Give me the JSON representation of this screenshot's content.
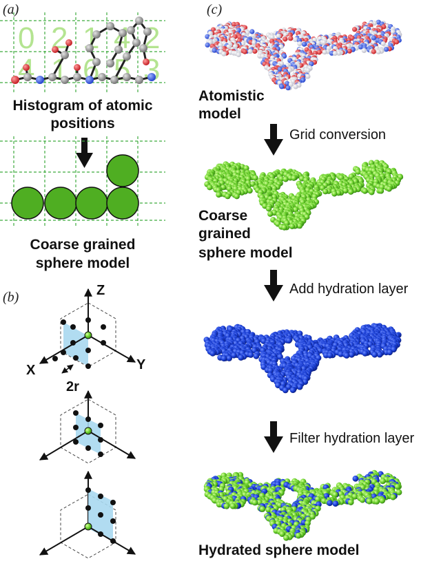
{
  "panel_a": {
    "label": "(a)",
    "grid_digits": [
      "0",
      "2",
      "1",
      "4",
      "2",
      "4",
      "1",
      "6",
      "5",
      "3"
    ],
    "caption_histogram": [
      "Histogram of atomic",
      "positions"
    ],
    "caption_coarse": [
      "Coarse grained",
      "sphere model"
    ]
  },
  "panel_b": {
    "label": "(b)",
    "axis_z": "Z",
    "axis_x": "X",
    "axis_y": "Y",
    "radius_label": "2r"
  },
  "panel_c": {
    "label": "(c)",
    "atomistic": [
      "Atomistic",
      "model"
    ],
    "step_grid": "Grid conversion",
    "coarse": [
      "Coarse",
      "grained",
      "sphere model"
    ],
    "step_hydration": "Add hydration layer",
    "step_filter": "Filter hydration layer",
    "hydrated": "Hydrated sphere model"
  },
  "colors": {
    "sphere_green": "#6bd12c",
    "sphere_blue": "#1a3fd6",
    "grid_green": "#3caa3c",
    "plane_blue": "#a9d8f0"
  }
}
